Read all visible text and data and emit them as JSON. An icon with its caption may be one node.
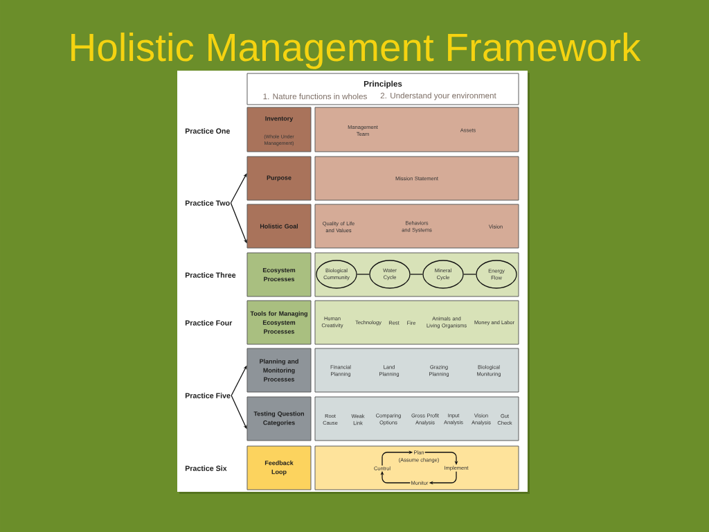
{
  "diagram": {
    "title": "Holistic Management Framework",
    "nodes": [
      {
        "text": [
          "Principles",
          "1. Nature functions in wholes",
          "2. Understand your environment"
        ]
      },
      {
        "text": [
          "Inventory",
          "(Whole Under Management)"
        ]
      },
      {
        "text": [
          "Management Team",
          "Assets"
        ]
      },
      {
        "text": [
          "Practice Two"
        ]
      },
      {
        "text": [
          "Purpose"
        ]
      },
      {
        "text": [
          "Mission Statement"
        ]
      },
      {
        "text": [
          "Holistic Goal"
        ]
      },
      {
        "text": [
          "Quality of Life and Values",
          "Behaviors and Systems",
          "Vision"
        ]
      },
      {
        "text": [
          "Ecosystem Processes"
        ]
      },
      {
        "text": [],
        "shape": "box"
      },
      {
        "text": [
          "Biological Community"
        ],
        "in": 9
      },
      {
        "text": [
          "Water Cycle"
        ],
        "in": 9
      },
      {
        "text": [
          "Mineral Cycle"
        ],
        "in": 9
      },
      {
        "text": [
          "Energy Flow"
        ],
        "in": 9
      },
      {
        "text": [
          "Tools for Managing Ecosystem Processes"
        ]
      },
      {
        "text": [
          "Human Creativity",
          "Technology",
          "Rest",
          "Fire",
          "Animals and Living Organisms",
          "Money and Labor"
        ]
      },
      {
        "text": [
          "Practice Five"
        ]
      },
      {
        "text": [
          "Planning and Monitoring Processes"
        ]
      },
      {
        "text": [
          "Financial Planning",
          "Land Planning",
          "Grazing Planning",
          "Biological Monitoring"
        ]
      },
      {
        "text": [
          "Testing Question Categories"
        ]
      },
      {
        "text": [
          "Root Cause",
          "Weak Link",
          "Comparing Options",
          "Gross Profit Analysis",
          "Input Analysis",
          "Vision Analysis",
          "Gut Check"
        ]
      },
      {
        "text": [
          "Feedback Loop"
        ]
      },
      {
        "text": [],
        "shape": "box"
      },
      {
        "text": [
          "Plan",
          "(Assume change)"
        ],
        "in": 22
      },
      {
        "text": [
          "Implement"
        ],
        "in": 22
      },
      {
        "text": [
          "Monitor"
        ],
        "in": 22
      },
      {
        "text": [
          "Control"
        ],
        "in": 22
      }
    ],
    "edges": [
      {
        "from": 3,
        "to": 4,
        "arrow": "to"
      },
      {
        "from": 3,
        "to": 6,
        "arrow": "to"
      },
      {
        "from": 10,
        "to": 11,
        "arrow": "none"
      },
      {
        "from": 11,
        "to": 12,
        "arrow": "none"
      },
      {
        "from": 12,
        "to": 13,
        "arrow": "none"
      },
      {
        "from": 16,
        "to": 17,
        "arrow": "to"
      },
      {
        "from": 16,
        "to": 19,
        "arrow": "to"
      },
      {
        "from": 26,
        "to": 23,
        "arrow": "to"
      },
      {
        "from": 23,
        "to": 24,
        "arrow": "to"
      },
      {
        "from": 24,
        "to": 25,
        "arrow": "to"
      },
      {
        "from": 25,
        "to": 26,
        "arrow": "to"
      }
    ],
    "labels": [
      "Practice One",
      "Practice Three",
      "Practice Four",
      "Practice Six"
    ]
  }
}
